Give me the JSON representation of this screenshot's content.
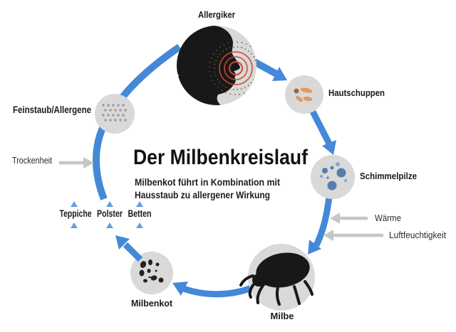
{
  "colors": {
    "background": "#ffffff",
    "arrow_blue": "#4489d8",
    "triangle_blue": "#669fdb",
    "node_gray": "#d9d9d9",
    "factor_arrow_gray": "#c6c6c6",
    "silhouette_black": "#181818",
    "ring_red": "#c84b32",
    "ring_dark": "#7c4a42",
    "flake_orange": "#e09a5f",
    "flake_brown": "#9b6848",
    "spore_blue": "#5380ab",
    "spore_light": "#84a7c6",
    "dropping_dark": "#26211a",
    "dust_gray": "#9b9b9b",
    "text_dark": "#1a1a1a"
  },
  "center": {
    "title": "Der Milbenkreislauf",
    "subtitle_line1": "Milbenkot führt in Kombination mit",
    "subtitle_line2": "Hausstaub zu allergener Wirkung"
  },
  "nodes": {
    "allergiker": {
      "label": "Allergiker",
      "icon": "head-profile-icon"
    },
    "hautschuppen": {
      "label": "Hautschuppen",
      "icon": "skin-flakes-icon"
    },
    "schimmelpilze": {
      "label": "Schimmelpilze",
      "icon": "mold-spores-icon"
    },
    "milbe": {
      "label": "Milbe",
      "icon": "mite-icon"
    },
    "milbenkot": {
      "label": "Milbenkot",
      "icon": "droppings-icon"
    },
    "feinstaub": {
      "label": "Feinstaub/Allergene",
      "icon": "dust-dots-icon"
    }
  },
  "factors": {
    "trockenheit": {
      "label": "Trockenheit"
    },
    "waerme": {
      "label": "Wärme"
    },
    "luftfeuchtigkeit": {
      "label": "Luftfeuchtigkeit"
    }
  },
  "locations": {
    "teppiche": "Teppiche",
    "polster": "Polster",
    "betten": "Betten"
  }
}
